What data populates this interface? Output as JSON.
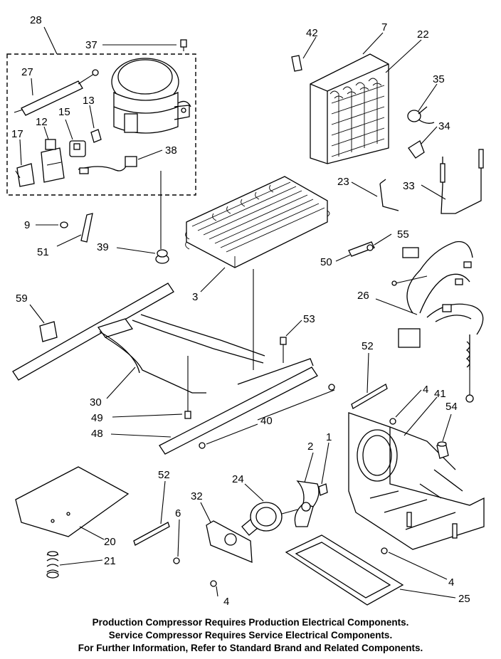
{
  "callouts": [
    {
      "id": "c28",
      "label": "28"
    },
    {
      "id": "c37",
      "label": "37"
    },
    {
      "id": "c27",
      "label": "27"
    },
    {
      "id": "c13",
      "label": "13"
    },
    {
      "id": "c15",
      "label": "15"
    },
    {
      "id": "c12",
      "label": "12"
    },
    {
      "id": "c17",
      "label": "17"
    },
    {
      "id": "c38",
      "label": "38"
    },
    {
      "id": "c42",
      "label": "42"
    },
    {
      "id": "c7",
      "label": "7"
    },
    {
      "id": "c22",
      "label": "22"
    },
    {
      "id": "c35",
      "label": "35"
    },
    {
      "id": "c34",
      "label": "34"
    },
    {
      "id": "c23",
      "label": "23"
    },
    {
      "id": "c33",
      "label": "33"
    },
    {
      "id": "c9",
      "label": "9"
    },
    {
      "id": "c51",
      "label": "51"
    },
    {
      "id": "c39",
      "label": "39"
    },
    {
      "id": "c55",
      "label": "55"
    },
    {
      "id": "c50",
      "label": "50"
    },
    {
      "id": "c59",
      "label": "59"
    },
    {
      "id": "c3",
      "label": "3"
    },
    {
      "id": "c26",
      "label": "26"
    },
    {
      "id": "c53",
      "label": "53"
    },
    {
      "id": "c52a",
      "label": "52"
    },
    {
      "id": "c30",
      "label": "30"
    },
    {
      "id": "c4a",
      "label": "4"
    },
    {
      "id": "c41",
      "label": "41"
    },
    {
      "id": "c54",
      "label": "54"
    },
    {
      "id": "c49",
      "label": "49"
    },
    {
      "id": "c40",
      "label": "40"
    },
    {
      "id": "c48",
      "label": "48"
    },
    {
      "id": "c1",
      "label": "1"
    },
    {
      "id": "c2",
      "label": "2"
    },
    {
      "id": "c52b",
      "label": "52"
    },
    {
      "id": "c24",
      "label": "24"
    },
    {
      "id": "c32",
      "label": "32"
    },
    {
      "id": "c6",
      "label": "6"
    },
    {
      "id": "c20",
      "label": "20"
    },
    {
      "id": "c21",
      "label": "21"
    },
    {
      "id": "c4b",
      "label": "4"
    },
    {
      "id": "c25",
      "label": "25"
    },
    {
      "id": "c4c",
      "label": "4"
    }
  ],
  "footnotes": [
    "Production Compressor Requires Production Electrical Components.",
    "Service Compressor Requires Service Electrical Components.",
    "For Further Information, Refer to Standard Brand and Related Components."
  ]
}
